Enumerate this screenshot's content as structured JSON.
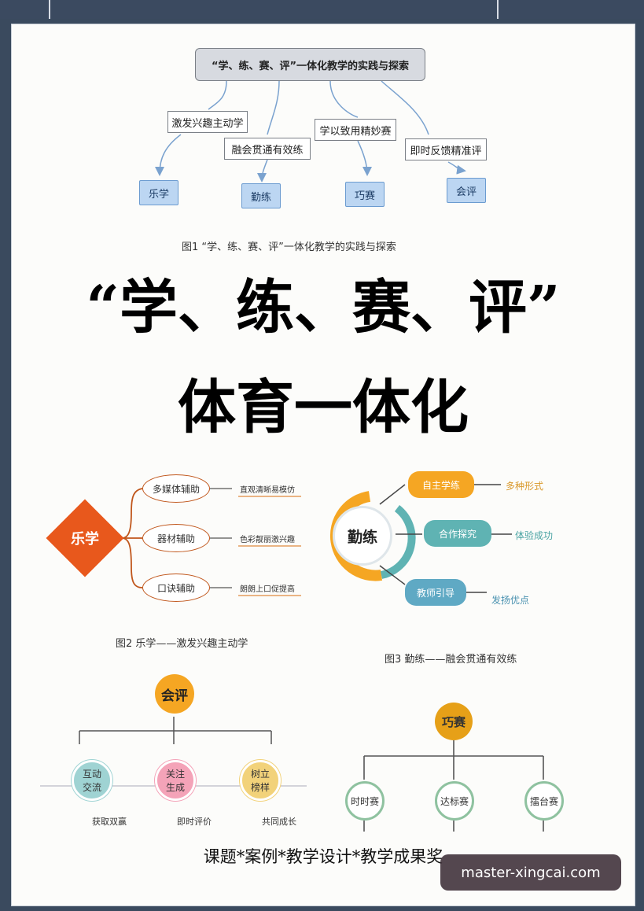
{
  "fig1": {
    "root": "“学、练、赛、评”一体化教学的实践与探索",
    "mid": [
      "激发兴趣主动学",
      "融会贯通有效练",
      "学以致用精妙赛",
      "即时反馈精准评"
    ],
    "leaves": [
      "乐学",
      "勤练",
      "巧赛",
      "会评"
    ],
    "caption": "图1  “学、练、赛、评”一体化教学的实践与探索"
  },
  "title_line1": "“学、练、赛、评”",
  "title_line2": "体育一体化",
  "fig2": {
    "center": "乐学",
    "branches": [
      "多媒体辅助",
      "器材辅助",
      "口诀辅助"
    ],
    "notes": [
      "直观清晰易模仿",
      "色彩靓丽激兴趣",
      "朗朗上口促提高"
    ],
    "caption": "图2  乐学——激发兴趣主动学"
  },
  "fig3": {
    "center": "勤练",
    "branches": [
      "自主学练",
      "合作探究",
      "教师引导"
    ],
    "notes": [
      "多种形式",
      "体验成功",
      "发扬优点"
    ],
    "caption": "图3  勤练——融会贯通有效练"
  },
  "fig4": {
    "center": "会评",
    "nodes": [
      {
        "line1": "互动",
        "line2": "交流"
      },
      {
        "line1": "关注",
        "line2": "生成"
      },
      {
        "line1": "树立",
        "line2": "榜样"
      }
    ],
    "notes": [
      "获取双赢",
      "即时评价",
      "共同成长"
    ]
  },
  "fig5": {
    "center": "巧赛",
    "nodes": [
      "时时赛",
      "达标赛",
      "擂台赛"
    ]
  },
  "footer": "课题*案例*教学设计*教学成果奖",
  "watermark": "master-xingcai.com",
  "colors": {
    "blue_fill": "#bcd6f2",
    "orange": "#f07a2a",
    "red_orange": "#e8581c",
    "yellow": "#f5a623",
    "teal": "#5fb3b3",
    "gold": "#e6a018"
  }
}
